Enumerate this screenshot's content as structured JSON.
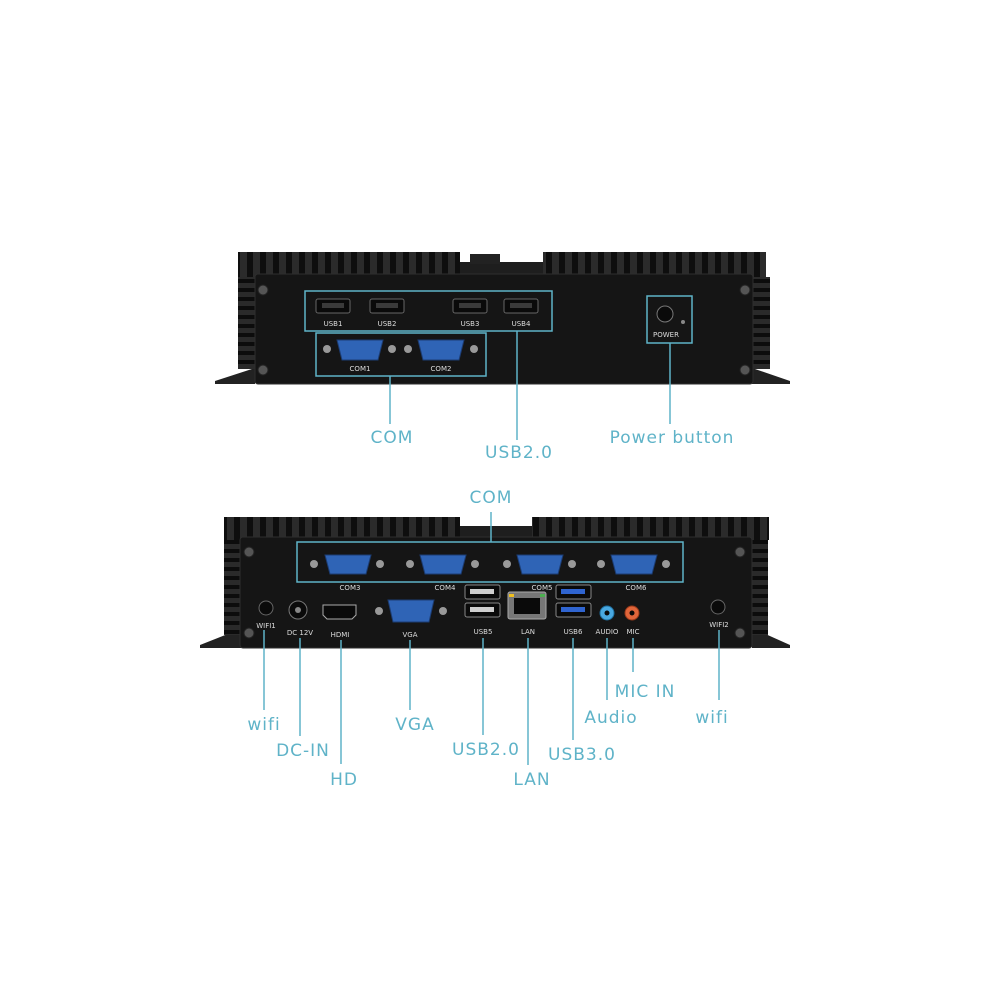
{
  "colors": {
    "accent": "#5fb3c8",
    "body": "#151515",
    "metal": "#2a2a2a",
    "port_blue": "#2f64b6"
  },
  "front_panel": {
    "port_labels": {
      "usb1": "USB1",
      "usb2": "USB2",
      "usb3": "USB3",
      "usb4": "USB4",
      "com1": "COM1",
      "com2": "COM2",
      "power": "POWER"
    },
    "callouts": {
      "com": "COM",
      "usb": "USB2.0",
      "power": "Power button"
    }
  },
  "rear_panel": {
    "port_labels": {
      "com3": "COM3",
      "com4": "COM4",
      "com5": "COM5",
      "com6": "COM6",
      "wifi1": "WIFI1",
      "dc": "DC 12V",
      "hdmi": "HDMI",
      "vga": "VGA",
      "usb5": "USB5",
      "lan": "LAN",
      "usb6": "USB6",
      "audio": "AUDIO",
      "mic": "MIC",
      "wifi2": "WIFI2"
    },
    "callouts": {
      "com": "COM",
      "wifi_left": "wifi",
      "dc_in": "DC-IN",
      "hd": "HD",
      "vga": "VGA",
      "usb2": "USB2.0",
      "lan": "LAN",
      "usb3": "USB3.0",
      "audio": "Audio",
      "mic_in": "MIC IN",
      "wifi_right": "wifi"
    }
  }
}
